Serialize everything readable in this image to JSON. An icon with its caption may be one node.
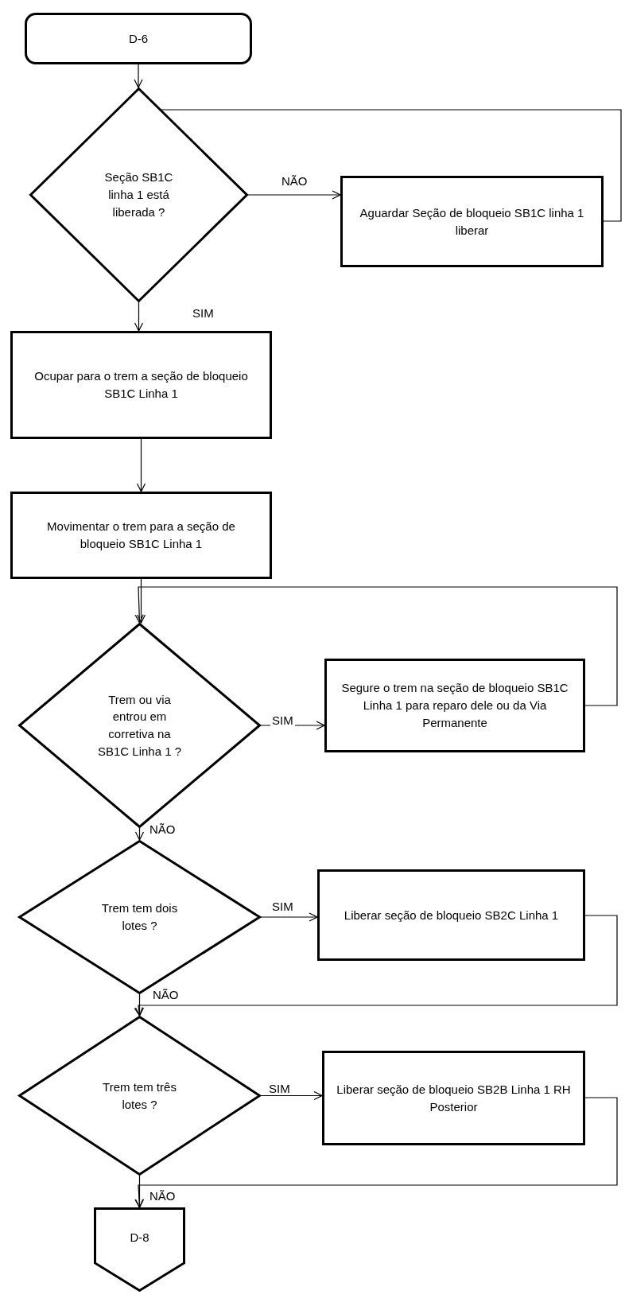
{
  "diagram": {
    "nodes": [
      {
        "text": [
          "D-6"
        ]
      },
      {
        "text": [
          "Seção SB1C linha 1 está liberada ?"
        ]
      },
      {
        "text": [
          "Aguardar Seção de bloqueio SB1C linha 1 liberar"
        ]
      },
      {
        "text": [
          "Ocupar para o trem a seção de bloqueio SB1C Linha 1"
        ]
      },
      {
        "text": [
          "Movimentar o trem para a seção de bloqueio SB1C Linha 1"
        ]
      },
      {
        "text": [
          "Trem ou via entrou em corretiva na SB1C Linha 1 ?"
        ]
      },
      {
        "text": [
          "Segure o trem na seção de bloqueio SB1C Linha 1 para reparo dele ou da Via Permanente"
        ]
      },
      {
        "text": [
          "Trem tem dois lotes ?"
        ]
      },
      {
        "text": [
          "Liberar seção de bloqueio SB2C Linha 1"
        ]
      },
      {
        "text": [
          "Trem tem três lotes ?"
        ]
      },
      {
        "text": [
          "Liberar seção de bloqueio SB2B Linha 1 RH Posterior"
        ]
      },
      {
        "text": [
          "D-8"
        ]
      }
    ],
    "edges": [
      {
        "from": 0,
        "to": 1,
        "arrow": "to"
      },
      {
        "from": 1,
        "to": 2,
        "arrow": "to",
        "label": "NÃO"
      },
      {
        "from": 2,
        "to": 1,
        "arrow": "to"
      },
      {
        "from": 1,
        "to": 3,
        "arrow": "to",
        "label": "SIM"
      },
      {
        "from": 3,
        "to": 4,
        "arrow": "to"
      },
      {
        "from": 4,
        "to": 5,
        "arrow": "to"
      },
      {
        "from": 5,
        "to": 6,
        "arrow": "to",
        "label": "SIM"
      },
      {
        "from": 6,
        "to": 5,
        "arrow": "to"
      },
      {
        "from": 5,
        "to": 7,
        "arrow": "to",
        "label": "NÃO"
      },
      {
        "from": 7,
        "to": 8,
        "arrow": "to",
        "label": "SIM"
      },
      {
        "from": 8,
        "to": 9,
        "arrow": "to"
      },
      {
        "from": 7,
        "to": 9,
        "arrow": "to",
        "label": "NÃO"
      },
      {
        "from": 9,
        "to": 10,
        "arrow": "to",
        "label": "SIM"
      },
      {
        "from": 10,
        "to": 11,
        "arrow": "to"
      },
      {
        "from": 9,
        "to": 11,
        "arrow": "to",
        "label": "NÃO"
      }
    ]
  }
}
